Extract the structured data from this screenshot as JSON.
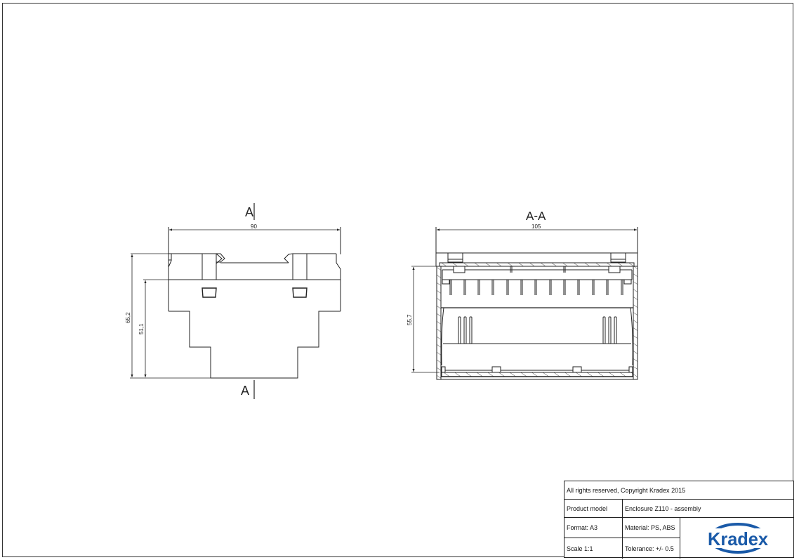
{
  "drawing": {
    "front_view": {
      "section_marker_top": "A",
      "section_marker_bottom": "A",
      "dim_width": "90",
      "dim_height_total": "65,2",
      "dim_height_body": "51,1"
    },
    "section_view": {
      "title": "A-A",
      "dim_width": "105",
      "dim_height": "55,7"
    },
    "line_color": "#222222"
  },
  "title_block": {
    "copyright": "All rights reserved, Copyright Kradex 2015",
    "product_model_label": "Product model",
    "product_model_value": "Enclosure Z110 - assembly",
    "format": "Format: A3",
    "material": "Material: PS, ABS",
    "scale": "Scale 1:1",
    "tolerance": "Tolerance: +/- 0.5",
    "logo_text": "Kradex",
    "logo_color": "#1a5aa8"
  }
}
